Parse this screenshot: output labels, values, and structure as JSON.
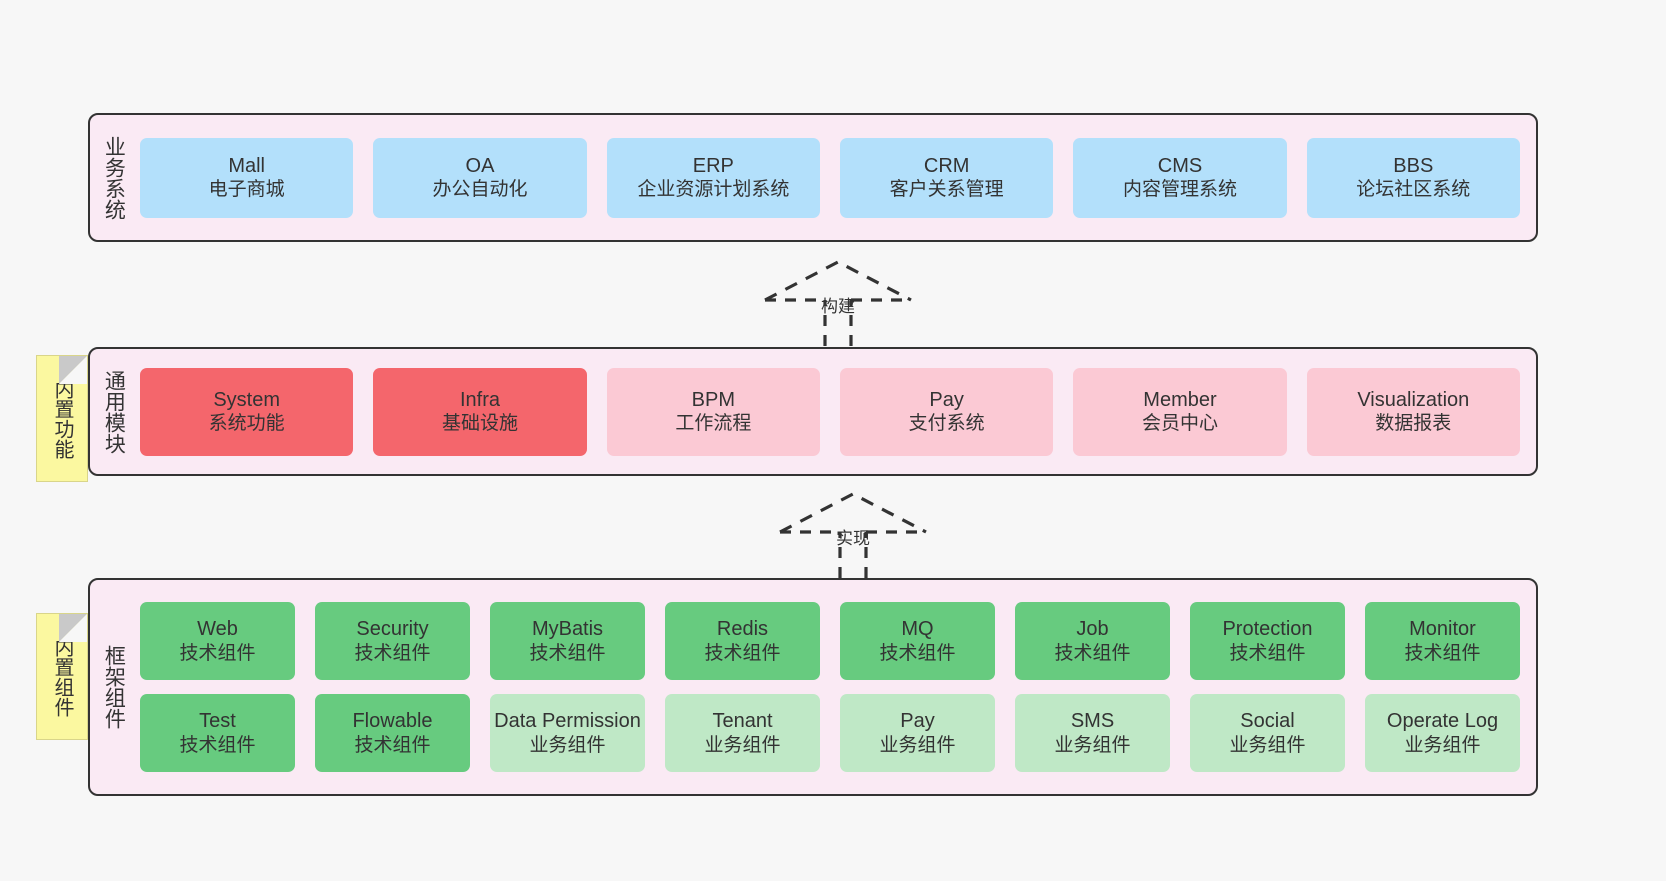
{
  "diagram": {
    "background": "#f7f7f7",
    "panel_fill": "#faeaf4",
    "panel_border": "#333333"
  },
  "colors": {
    "business": "#b3e0fb",
    "module_core": "#f4666c",
    "module_optional": "#fbc9d4",
    "component_tech": "#67cb7f",
    "component_biz": "#bfe8c6",
    "sticky": "#fbf8a0"
  },
  "layers": {
    "business": {
      "title": "业务系统",
      "nodes": [
        {
          "name": "Mall",
          "desc": "电子商城"
        },
        {
          "name": "OA",
          "desc": "办公自动化"
        },
        {
          "name": "ERP",
          "desc": "企业资源计划系统"
        },
        {
          "name": "CRM",
          "desc": "客户关系管理"
        },
        {
          "name": "CMS",
          "desc": "内容管理系统"
        },
        {
          "name": "BBS",
          "desc": "论坛社区系统"
        }
      ]
    },
    "modules": {
      "title": "通用模块",
      "sticky": "内置功能",
      "nodes": [
        {
          "name": "System",
          "desc": "系统功能",
          "variant": "core"
        },
        {
          "name": "Infra",
          "desc": "基础设施",
          "variant": "core"
        },
        {
          "name": "BPM",
          "desc": "工作流程",
          "variant": "optional"
        },
        {
          "name": "Pay",
          "desc": "支付系统",
          "variant": "optional"
        },
        {
          "name": "Member",
          "desc": "会员中心",
          "variant": "optional"
        },
        {
          "name": "Visualization",
          "desc": "数据报表",
          "variant": "optional"
        }
      ]
    },
    "framework": {
      "title": "框架组件",
      "sticky": "内置组件",
      "row1": [
        {
          "name": "Web",
          "desc": "技术组件",
          "variant": "tech"
        },
        {
          "name": "Security",
          "desc": "技术组件",
          "variant": "tech"
        },
        {
          "name": "MyBatis",
          "desc": "技术组件",
          "variant": "tech"
        },
        {
          "name": "Redis",
          "desc": "技术组件",
          "variant": "tech"
        },
        {
          "name": "MQ",
          "desc": "技术组件",
          "variant": "tech"
        },
        {
          "name": "Job",
          "desc": "技术组件",
          "variant": "tech"
        },
        {
          "name": "Protection",
          "desc": "技术组件",
          "variant": "tech"
        },
        {
          "name": "Monitor",
          "desc": "技术组件",
          "variant": "tech"
        }
      ],
      "row2": [
        {
          "name": "Test",
          "desc": "技术组件",
          "variant": "tech"
        },
        {
          "name": "Flowable",
          "desc": "技术组件",
          "variant": "tech"
        },
        {
          "name": "Data Permission",
          "desc": "业务组件",
          "variant": "biz"
        },
        {
          "name": "Tenant",
          "desc": "业务组件",
          "variant": "biz"
        },
        {
          "name": "Pay",
          "desc": "业务组件",
          "variant": "biz"
        },
        {
          "name": "SMS",
          "desc": "业务组件",
          "variant": "biz"
        },
        {
          "name": "Social",
          "desc": "业务组件",
          "variant": "biz"
        },
        {
          "name": "Operate Log",
          "desc": "业务组件",
          "variant": "biz"
        }
      ]
    }
  },
  "arrows": [
    {
      "label": "构建"
    },
    {
      "label": "实现"
    }
  ]
}
